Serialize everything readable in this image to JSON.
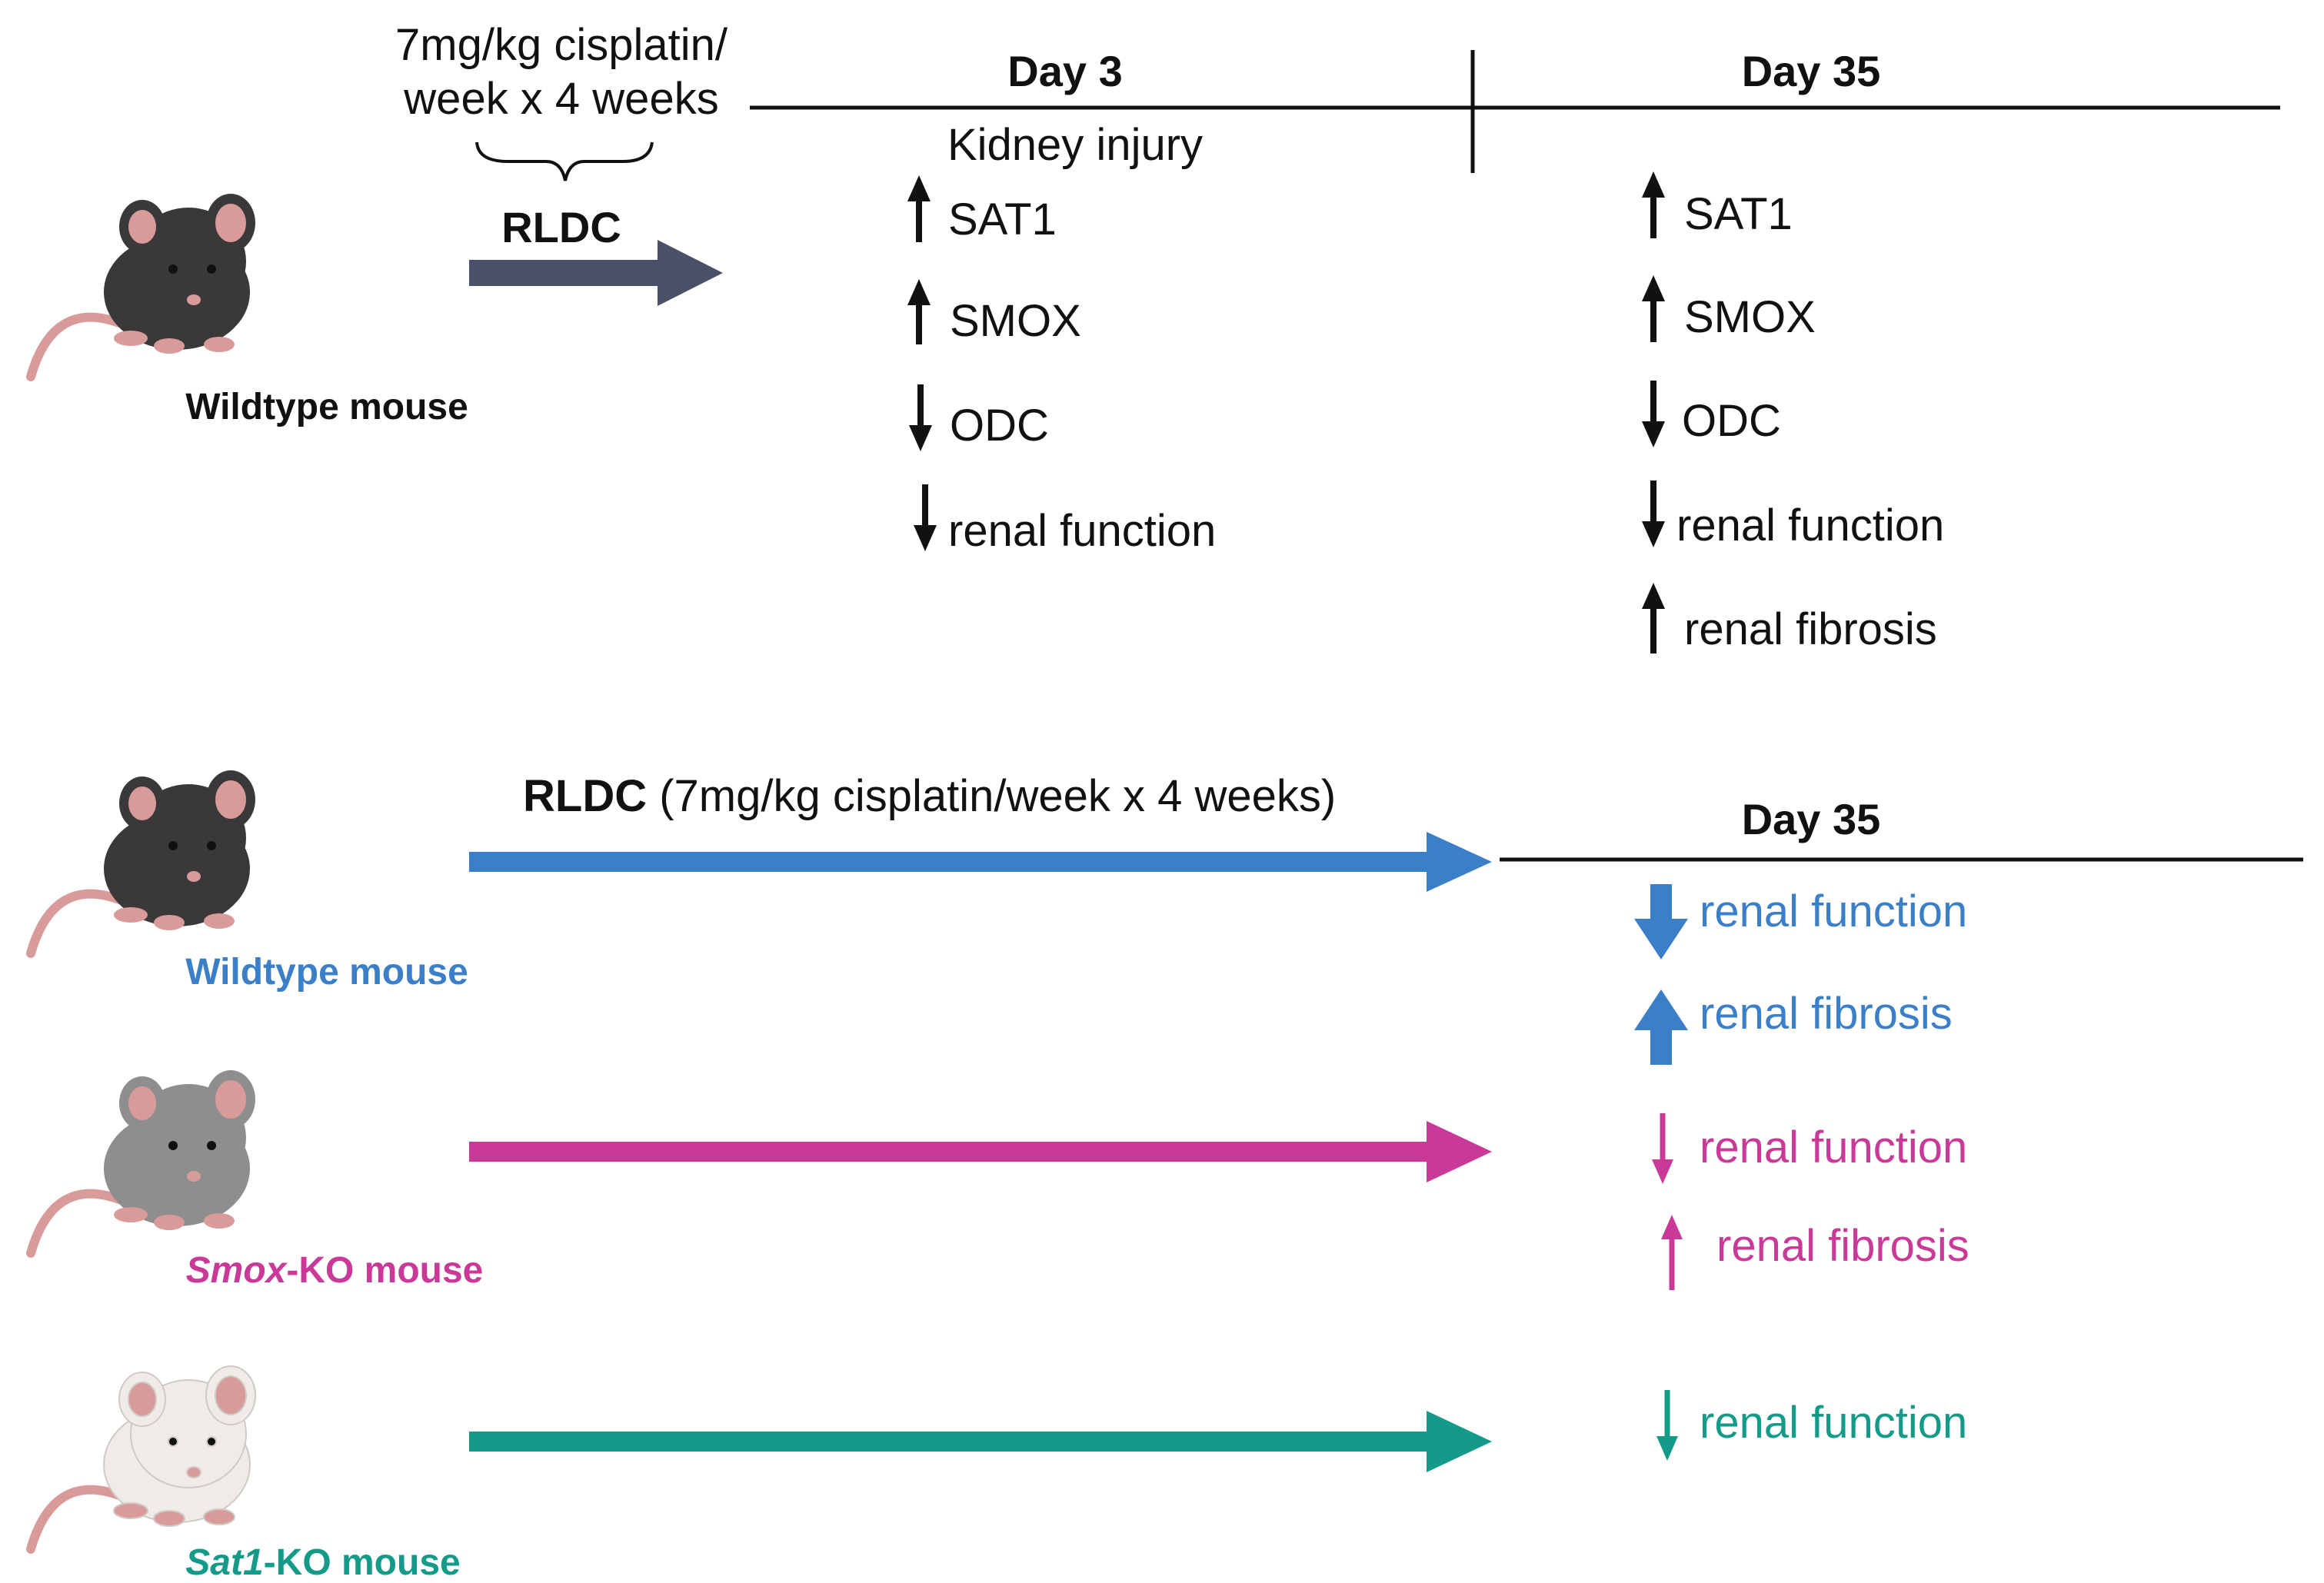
{
  "colors": {
    "text": "#111111",
    "slate_arrow": "#4a5166",
    "blue": "#3a7fc8",
    "magenta": "#c93a98",
    "teal": "#149a89",
    "mouse_black": "#3a3838",
    "mouse_gray": "#8e8e8e",
    "mouse_white": "#efece8",
    "mouse_pink": "#d99a9a"
  },
  "top_panel": {
    "dose_line1": "7mg/kg cisplatin/",
    "dose_line2": "week x 4 weeks",
    "rldc_label": "RLDC",
    "mouse_label": "Wildtype mouse",
    "day3": {
      "title": "Day 3",
      "subtitle": "Kidney injury",
      "items": [
        {
          "direction": "up",
          "text": "SAT1"
        },
        {
          "direction": "up",
          "text": "SMOX"
        },
        {
          "direction": "down",
          "text": "ODC"
        },
        {
          "direction": "down",
          "text": "renal function"
        }
      ]
    },
    "day35": {
      "title": "Day 35",
      "items": [
        {
          "direction": "up",
          "text": "SAT1"
        },
        {
          "direction": "up",
          "text": "SMOX"
        },
        {
          "direction": "down",
          "text": "ODC"
        },
        {
          "direction": "down",
          "text": "renal function"
        },
        {
          "direction": "up",
          "text": "renal fibrosis"
        }
      ]
    }
  },
  "bottom_panel": {
    "rldc_bold": "RLDC",
    "rldc_rest": " (7mg/kg cisplatin/week x 4 weeks)",
    "day_title": "Day 35",
    "groups": [
      {
        "italic": "",
        "label": "Wildtype mouse",
        "outcomes": [
          {
            "direction": "down",
            "text": "renal function"
          },
          {
            "direction": "up",
            "text": "renal fibrosis"
          }
        ]
      },
      {
        "italic": "Smox",
        "label": "-KO mouse",
        "outcomes": [
          {
            "direction": "down",
            "text": "renal function"
          },
          {
            "direction": "up",
            "text": "renal fibrosis"
          }
        ]
      },
      {
        "italic": "Sat1",
        "label": "-KO mouse",
        "outcomes": [
          {
            "direction": "down",
            "text": "renal function"
          }
        ]
      }
    ]
  }
}
